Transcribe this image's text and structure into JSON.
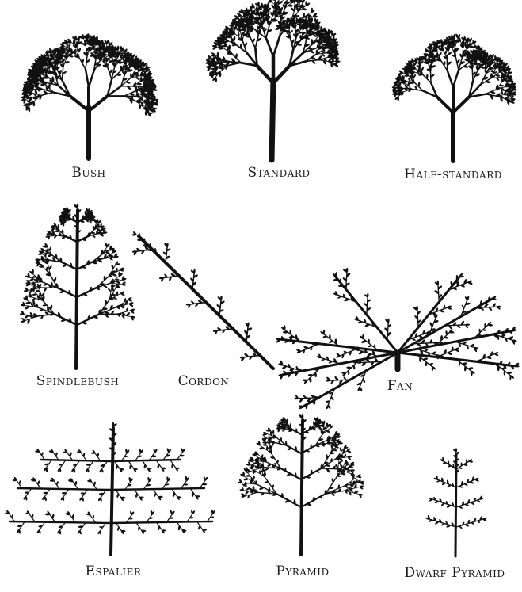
{
  "trees": [
    {
      "id": "bush",
      "label": "Bush"
    },
    {
      "id": "standard",
      "label": "Standard"
    },
    {
      "id": "half-standard",
      "label": "Half-standard"
    },
    {
      "id": "spindlebush",
      "label": "Spindlebush"
    },
    {
      "id": "cordon",
      "label": "Cordon"
    },
    {
      "id": "fan",
      "label": "Fan"
    },
    {
      "id": "espalier",
      "label": "Espalier"
    },
    {
      "id": "pyramid",
      "label": "Pyramid"
    },
    {
      "id": "dwarf-pyramid",
      "label": "Dwarf Pyramid"
    }
  ],
  "colors": {
    "ink": "#111111",
    "paper": "#ffffff"
  }
}
